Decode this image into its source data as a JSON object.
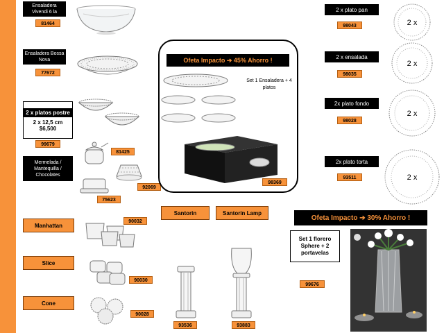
{
  "left_column": [
    {
      "label": "Ensaladera Vivendi 6 la",
      "code": "81464"
    },
    {
      "label": "Ensaladera Bossa Nova",
      "code": "77672"
    },
    {
      "label": "2 x platos postre",
      "code": "99679",
      "size": "2 x 12,5 cm",
      "price": "$6,500"
    },
    {
      "label": "Mermelada / Mantequilla / Chocolates",
      "codes": [
        "81425",
        "92069",
        "75623"
      ]
    }
  ],
  "promo_center": {
    "title": "Ofeta Impacto ➔ 45% Ahorro !",
    "description": "Set 1 Ensaladera + 4 platos",
    "code": "98369"
  },
  "right_column": [
    {
      "label": "2 x plato pan",
      "code": "98043",
      "qty": "2 x"
    },
    {
      "label": "2 x ensalada",
      "code": "98035",
      "qty": "2 x"
    },
    {
      "label": "2x plato fondo",
      "code": "98028",
      "qty": "2 x"
    },
    {
      "label": "2x plato torta",
      "code": "93511",
      "qty": "2 x"
    }
  ],
  "series_buttons": {
    "santorin": "Santorin",
    "santorin_lamp": "Santorin Lamp",
    "manhattan": "Manhattan",
    "slice": "Slice",
    "cone": "Cone"
  },
  "series_codes": {
    "manhattan": "90032",
    "slice": "90030",
    "cone": "90028",
    "santorin": "93536",
    "santorin_lamp": "93883"
  },
  "promo_right": {
    "title": "Ofeta Impacto ➔ 30% Ahorro !",
    "description": "Set 1 florero Sphere + 2 portavelas",
    "code": "99676"
  },
  "colors": {
    "accent": "#f7923a",
    "dark": "#000000"
  }
}
